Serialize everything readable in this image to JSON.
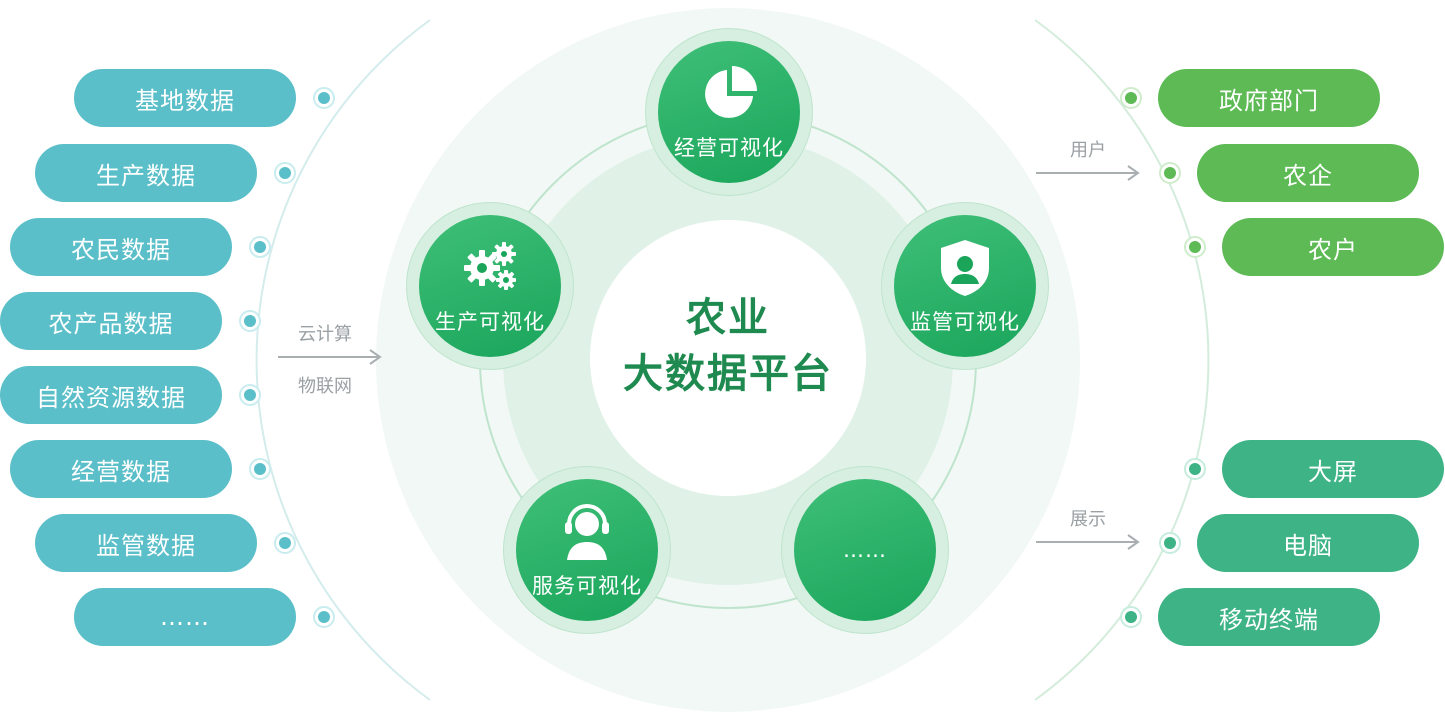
{
  "sources": [
    "基地数据",
    "生产数据",
    "农民数据",
    "农产品数据",
    "自然资源数据",
    "经营数据",
    "监管数据",
    "……"
  ],
  "left_connector": {
    "top_label": "云计算",
    "bottom_label": "物联网"
  },
  "users_connector": {
    "label": "用户"
  },
  "display_connector": {
    "label": "展示"
  },
  "users": [
    "政府部门",
    "农企",
    "农户"
  ],
  "displays": [
    "大屏",
    "电脑",
    "移动终端"
  ],
  "center": {
    "line1": "农业",
    "line2": "大数据平台"
  },
  "modules": {
    "top": {
      "label": "经营可视化",
      "icon": "pie-chart-icon"
    },
    "right": {
      "label": "监管可视化",
      "icon": "shield-user-icon"
    },
    "bottom_right": {
      "label": "……",
      "icon": ""
    },
    "bottom_left": {
      "label": "服务可视化",
      "icon": "headset-user-icon"
    },
    "left": {
      "label": "生产可视化",
      "icon": "gears-icon"
    }
  },
  "colors": {
    "source_pill": "#5bbfc9",
    "user_pill": "#5dba55",
    "display_pill": "#3db386",
    "module": "#1aa55b",
    "center_text": "#1f8a4f"
  }
}
